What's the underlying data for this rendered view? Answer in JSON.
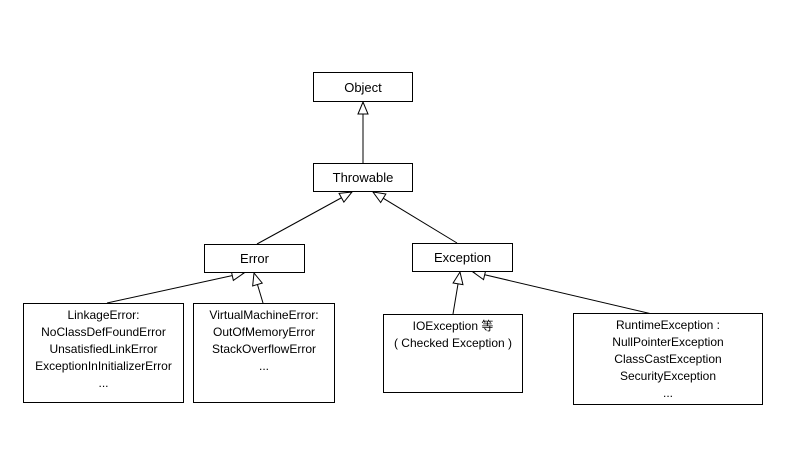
{
  "diagram": {
    "type": "class-inheritance-hierarchy",
    "colors": {
      "background": "#ffffff",
      "line": "#000000",
      "box_border": "#000000",
      "box_fill": "#ffffff",
      "text": "#000000"
    },
    "nodes": {
      "object": {
        "label": "Object"
      },
      "throwable": {
        "label": "Throwable"
      },
      "error": {
        "label": "Error"
      },
      "exception": {
        "label": "Exception"
      },
      "linkage_error": {
        "lines": [
          "LinkageError:",
          "NoClassDefFoundError",
          "UnsatisfiedLinkError",
          "ExceptionInInitializerError",
          "..."
        ]
      },
      "virtual_machine_error": {
        "lines": [
          "VirtualMachineError:",
          "OutOfMemoryError",
          "StackOverflowError",
          "..."
        ]
      },
      "io_exception": {
        "lines": [
          "IOException 等",
          "( Checked Exception )"
        ]
      },
      "runtime_exception": {
        "lines": [
          "RuntimeException :",
          "NullPointerException",
          "ClassCastException",
          "SecurityException",
          "..."
        ]
      }
    },
    "edges": [
      {
        "from": "Throwable",
        "to": "Object"
      },
      {
        "from": "Error",
        "to": "Throwable"
      },
      {
        "from": "Exception",
        "to": "Throwable"
      },
      {
        "from": "LinkageError",
        "to": "Error"
      },
      {
        "from": "VirtualMachineError",
        "to": "Error"
      },
      {
        "from": "IOException",
        "to": "Exception"
      },
      {
        "from": "RuntimeException",
        "to": "Exception"
      }
    ]
  }
}
